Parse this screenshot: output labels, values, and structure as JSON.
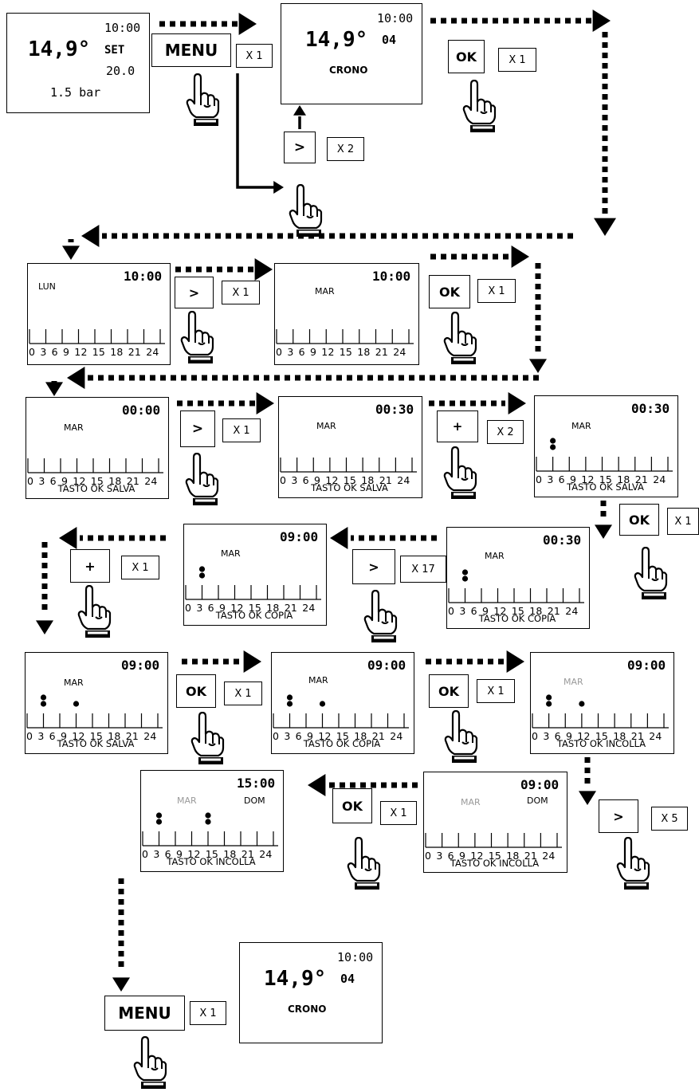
{
  "home_screen": {
    "time": "10:00",
    "temperature": "14,9°",
    "set_label": "SET",
    "set_value": "20.0",
    "pressure": "1.5 bar"
  },
  "crono_screen": {
    "time": "10:00",
    "temperature": "14,9°",
    "program": "04",
    "mode": "CRONO"
  },
  "final_screen": {
    "time": "10:00",
    "temperature": "14,9°",
    "program": "04",
    "mode": "CRONO"
  },
  "scale_labels": "0 3 6 9 12 15 18 21 24",
  "timeline_screens": [
    {
      "id": "s1",
      "time": "10:00",
      "day": "LUN",
      "footer": ""
    },
    {
      "id": "s2",
      "time": "10:00",
      "day": "MAR",
      "footer": ""
    },
    {
      "id": "s3",
      "time": "00:00",
      "day": "MAR",
      "footer": "TASTO OK SALVA"
    },
    {
      "id": "s4",
      "time": "00:30",
      "day": "MAR",
      "footer": "TASTO OK SALVA"
    },
    {
      "id": "s5",
      "time": "00:30",
      "day": "MAR",
      "footer": "TASTO OK SALVA"
    },
    {
      "id": "s6",
      "time": "00:30",
      "day": "MAR",
      "footer": "TASTO OK COPIA"
    },
    {
      "id": "s7",
      "time": "09:00",
      "day": "MAR",
      "footer": "TASTO OK COPIA"
    },
    {
      "id": "s8",
      "time": "09:00",
      "day": "MAR",
      "footer": "TASTO OK SALVA"
    },
    {
      "id": "s9",
      "time": "09:00",
      "day": "MAR",
      "footer": "TASTO OK COPIA"
    },
    {
      "id": "s10",
      "time": "09:00",
      "day": "MAR",
      "footer": "TASTO OK INCOLLA"
    },
    {
      "id": "s11",
      "time": "09:00",
      "day": "MAR",
      "day2": "DOM",
      "footer": "TASTO OK INCOLLA"
    },
    {
      "id": "s12",
      "time": "15:00",
      "day": "MAR",
      "day2": "DOM",
      "footer": "TASTO OK INCOLLA"
    }
  ],
  "buttons": [
    {
      "id": "b1",
      "label": "MENU",
      "count": "X 1"
    },
    {
      "id": "b2",
      "label": ">",
      "count": "X 2"
    },
    {
      "id": "b3",
      "label": "OK",
      "count": "X 1"
    },
    {
      "id": "b4",
      "label": ">",
      "count": "X 1"
    },
    {
      "id": "b5",
      "label": "OK",
      "count": "X 1"
    },
    {
      "id": "b6",
      "label": ">",
      "count": "X 1"
    },
    {
      "id": "b7",
      "label": "+",
      "count": "X 2"
    },
    {
      "id": "b8",
      "label": "OK",
      "count": "X 1"
    },
    {
      "id": "b9",
      "label": ">",
      "count": "X 17"
    },
    {
      "id": "b10",
      "label": "+",
      "count": "X 1"
    },
    {
      "id": "b11",
      "label": "OK",
      "count": "X 1"
    },
    {
      "id": "b12",
      "label": "OK",
      "count": "X 1"
    },
    {
      "id": "b13",
      "label": ">",
      "count": "X 5"
    },
    {
      "id": "b14",
      "label": "OK",
      "count": "X 1"
    },
    {
      "id": "b15",
      "label": "MENU",
      "count": "X 1"
    }
  ],
  "colors": {
    "ink": "#000000",
    "faded_day": "#9a9a9a",
    "background": "#ffffff"
  },
  "icons": [
    "pointing-hand-icon",
    "arrow-icon"
  ]
}
